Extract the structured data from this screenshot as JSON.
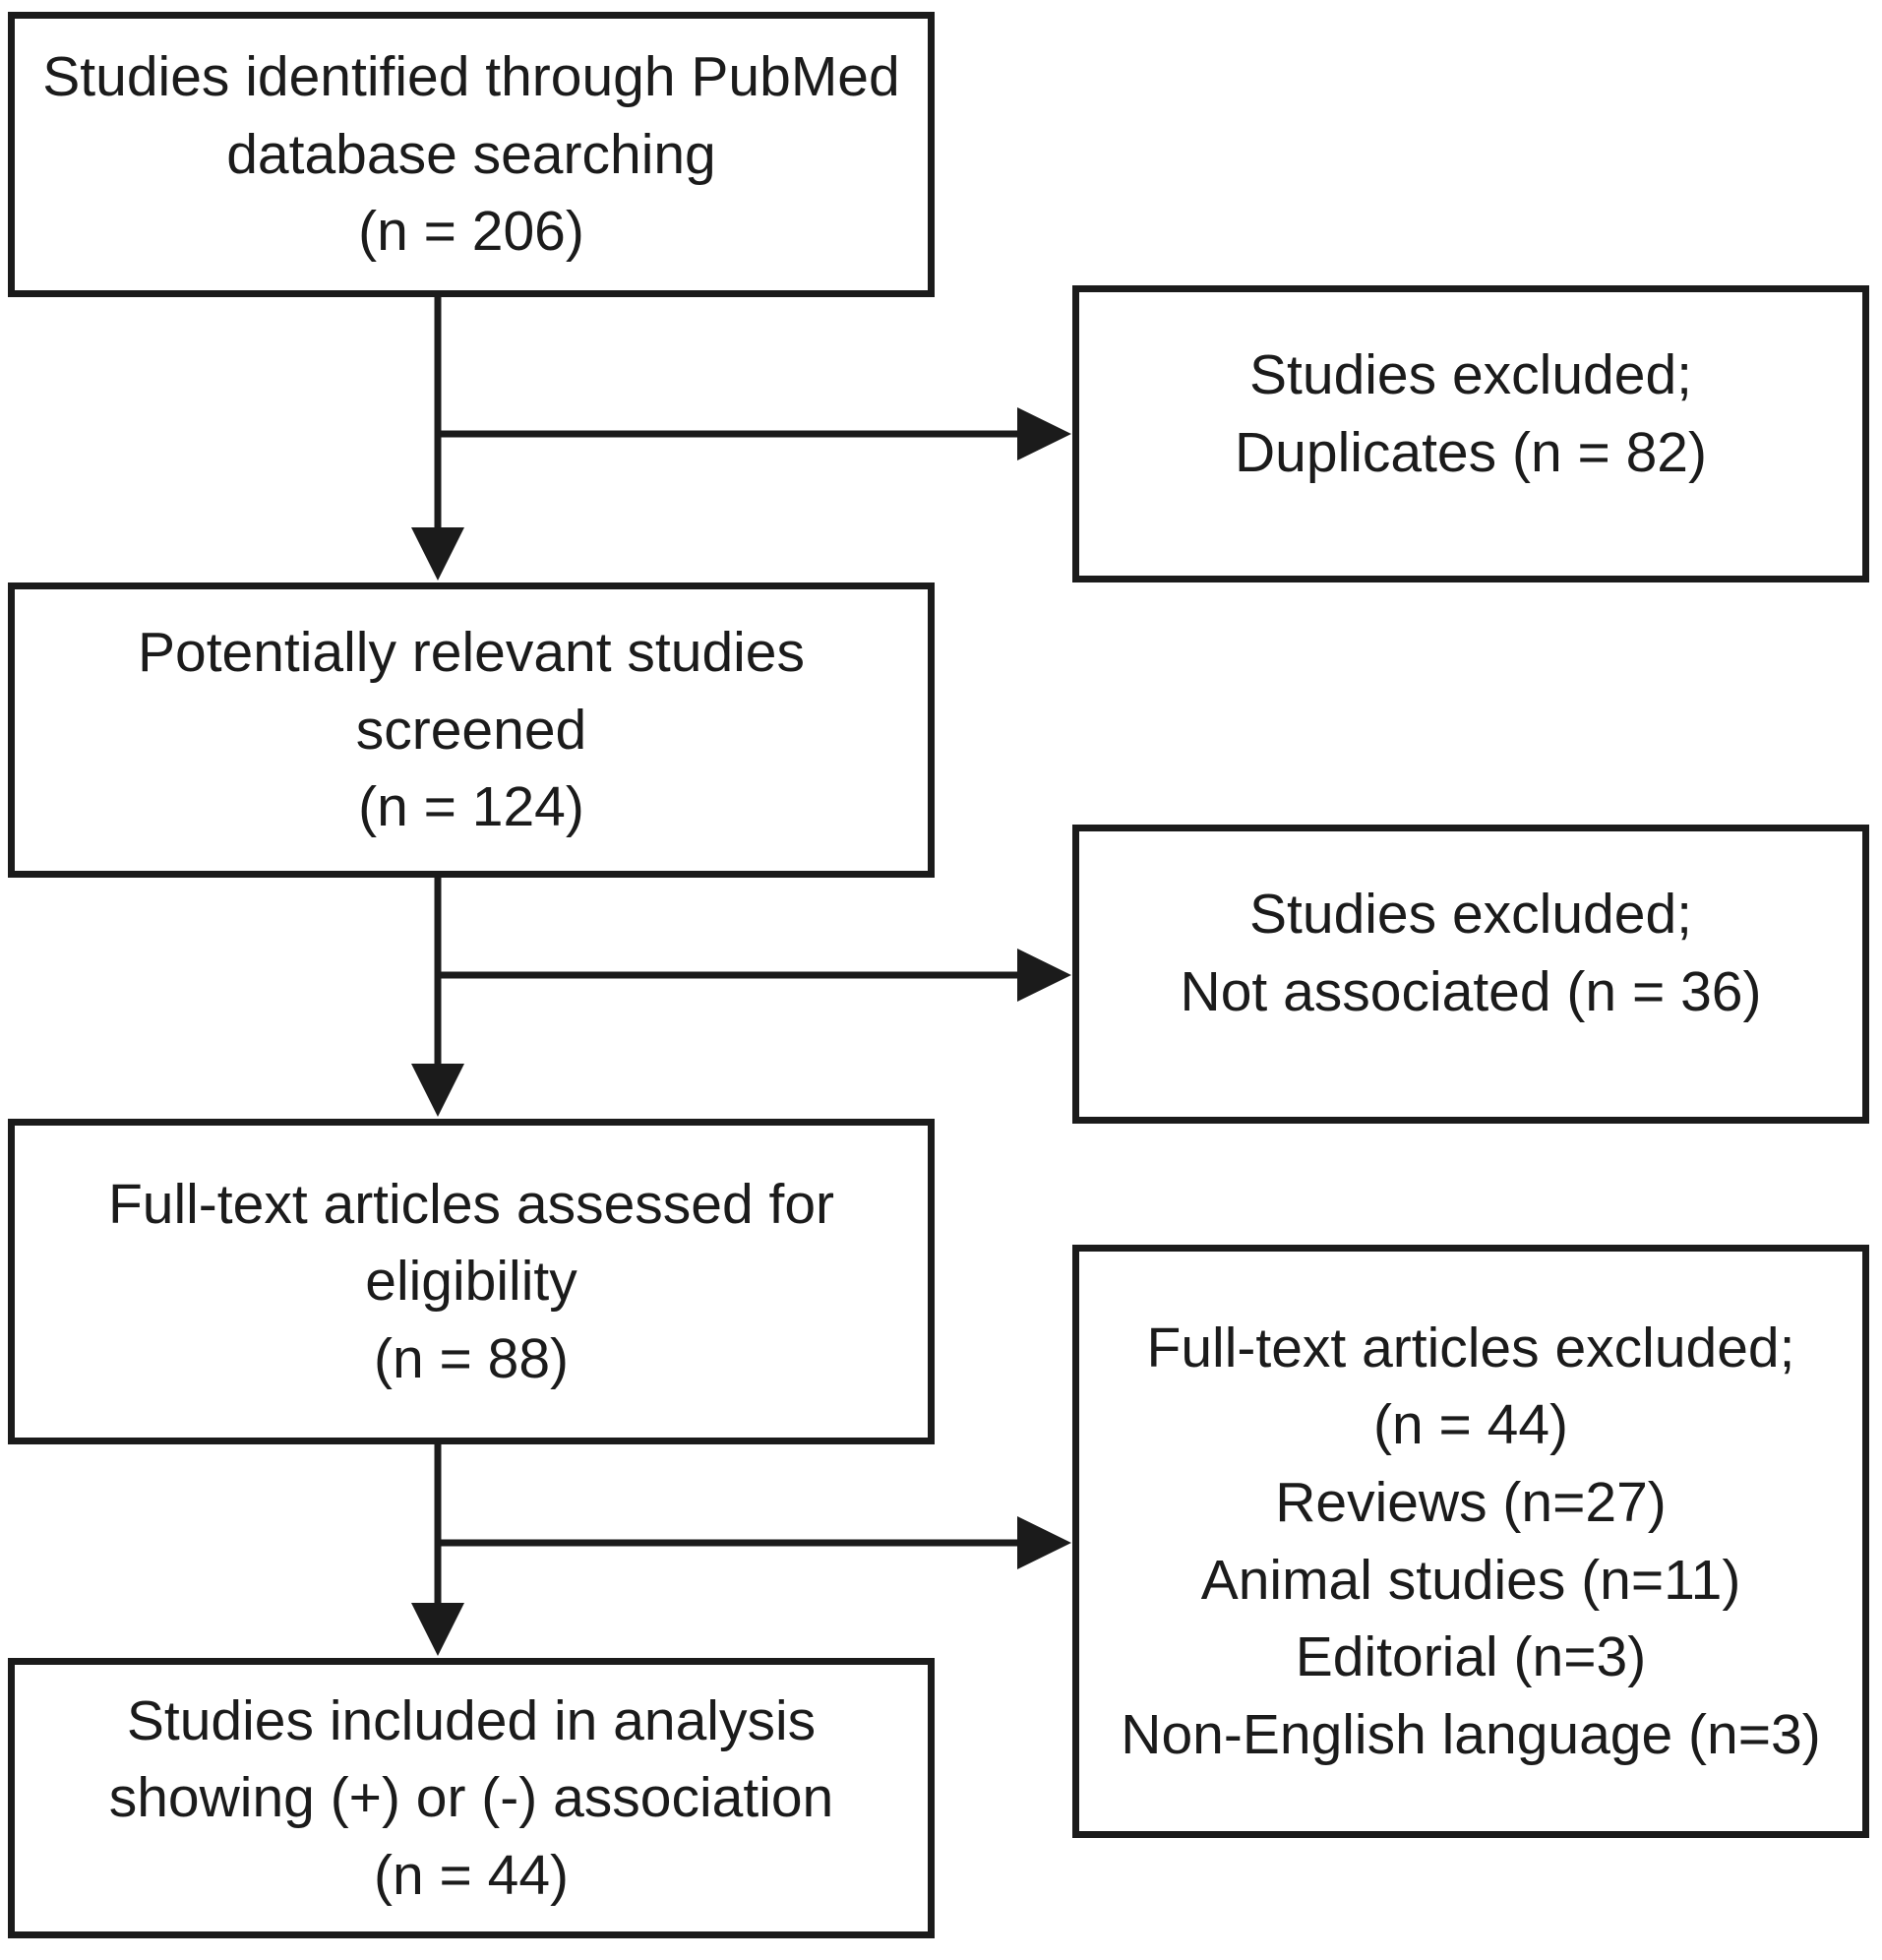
{
  "flowchart": {
    "colors": {
      "background": "#ffffff",
      "line": "#1b1b1b",
      "box_fill": "#ffffff"
    },
    "boxes": {
      "identification": {
        "lines": [
          "Studies identified through PubMed",
          "database searching",
          "(n = 206)"
        ]
      },
      "excluded_duplicates": {
        "lines": [
          "Studies excluded;",
          "Duplicates (n = 82)"
        ]
      },
      "screened": {
        "lines": [
          "Potentially relevant studies",
          "screened",
          "(n = 124)"
        ]
      },
      "excluded_not_associated": {
        "lines": [
          "Studies excluded;",
          "Not associated (n = 36)"
        ]
      },
      "fulltext_assessed": {
        "lines": [
          "Full-text articles assessed for",
          "eligibility",
          "(n = 88)"
        ]
      },
      "fulltext_excluded": {
        "lines": [
          "Full-text articles excluded;",
          "(n = 44)",
          "Reviews (n=27)",
          "Animal studies (n=11)",
          "Editorial (n=3)",
          "Non-English language (n=3)"
        ]
      },
      "included": {
        "lines": [
          "Studies included in analysis",
          "showing (+) or (-) association",
          "(n = 44)"
        ]
      }
    }
  }
}
